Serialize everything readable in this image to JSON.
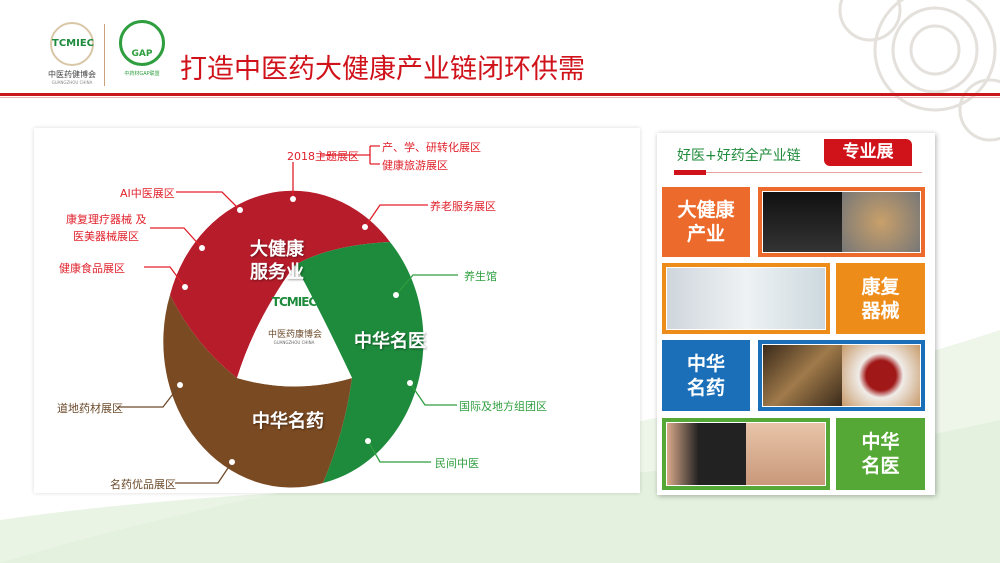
{
  "header": {
    "title": "打造中医药大健康产业链闭环供需",
    "logo_left": {
      "text": "中医药健博会",
      "sub": "GUANGZHOU CHINA",
      "mark": "TCMIEC"
    },
    "logo_right": {
      "mark": "GAP",
      "sub": "中药材GAP联盟"
    }
  },
  "diagram": {
    "segments": [
      {
        "id": "health-service",
        "label_line1": "大健康",
        "label_line2": "服务业",
        "color": "#b71c2b"
      },
      {
        "id": "famous-doctors",
        "label": "中华名医",
        "color": "#1e8b3c"
      },
      {
        "id": "famous-medicine",
        "label": "中华名药",
        "color": "#7a4a22"
      }
    ],
    "center_logo": {
      "mark": "TCMIEC",
      "text": "中医药康博会",
      "sub": "GUANGZHOU CHINA"
    },
    "labels": {
      "theme": "2018主题展区",
      "theme_sub1": "产、学、研转化展区",
      "theme_sub2": "健康旅游展区",
      "ai": "AI中医展区",
      "rehab_line1": "康复理疗器械 及",
      "rehab_line2": "医美器械展区",
      "food": "健康食品展区",
      "elderly": "养老服务展区",
      "wellness": "养生馆",
      "intl": "国际及地方组团区",
      "folk": "民间中医",
      "authentic": "道地药材展区",
      "famous_products": "名药优品展区"
    }
  },
  "panel": {
    "heading": "好医+好药全产业链",
    "tab": "专业展",
    "tiles": [
      {
        "line1": "大健康",
        "line2": "产业",
        "color": "#ec6a2c"
      },
      {
        "line1": "康复",
        "line2": "器械",
        "color": "#ee8c1a"
      },
      {
        "line1": "中华",
        "line2": "名药",
        "color": "#1b6fb8"
      },
      {
        "line1": "中华",
        "line2": "名医",
        "color": "#55a835"
      }
    ]
  }
}
